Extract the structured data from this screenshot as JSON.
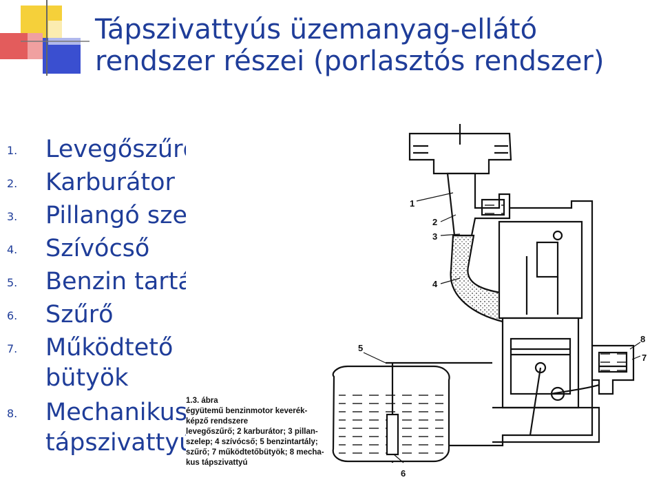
{
  "title_line1": "Tápszivattyús  üzemanyag-ellátó",
  "title_line2": "rendszer részei (porlasztós rendszer)",
  "parts": [
    {
      "num": "1.",
      "label": "Levegőszűrő"
    },
    {
      "num": "2.",
      "label": "Karburátor"
    },
    {
      "num": "3.",
      "label": "Pillangó szelep"
    },
    {
      "num": "4.",
      "label": "Szívócső"
    },
    {
      "num": "5.",
      "label": "Benzin tartály"
    },
    {
      "num": "6.",
      "label": "Szűrő"
    },
    {
      "num": "7.",
      "label": "Működtető",
      "label2": "bütyök"
    },
    {
      "num": "8.",
      "label": "Mechanikus",
      "label2": "tápszivattyú"
    }
  ],
  "figure": {
    "callouts": [
      "1",
      "2",
      "3",
      "4",
      "5",
      "6",
      "8",
      "7"
    ],
    "caption_lines": [
      "1.3. ábra",
      "égyütemű benzinmotor keverék-",
      "képző rendszere",
      "levegőszűrő; 2 karburátor; 3 pillan-",
      "szelep; 4 szívócső; 5 benzintartály;",
      "szűrő; 7 működtetőbütyök; 8 mecha-",
      "kus tápszivattyú"
    ]
  },
  "colors": {
    "title": "#1f3d99",
    "deco_yellow": "#f5d03a",
    "deco_red": "#e05050",
    "deco_blue": "#3a4fd0"
  }
}
